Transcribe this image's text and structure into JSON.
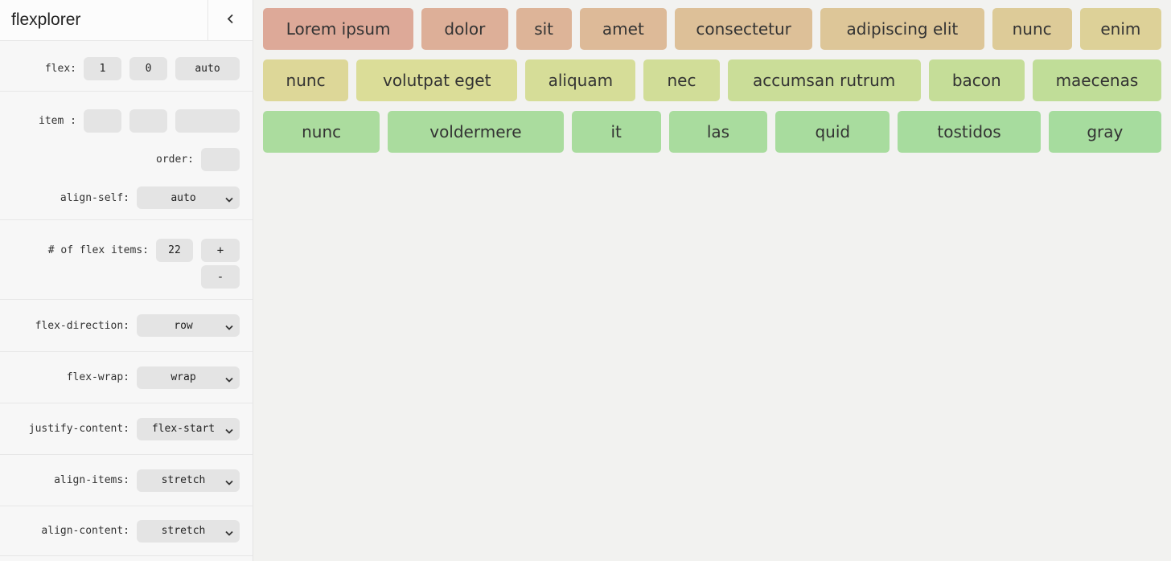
{
  "sidebar": {
    "title": "flexplorer",
    "controls": {
      "flex": {
        "label": "flex:",
        "values": [
          "1",
          "0",
          "auto"
        ]
      },
      "item": {
        "label": "item :",
        "values": [
          "",
          "",
          ""
        ]
      },
      "order": {
        "label": "order:",
        "value": ""
      },
      "align_self": {
        "label": "align-self:",
        "value": "auto"
      },
      "num_items": {
        "label": "# of flex items:",
        "value": "22",
        "increment": "+",
        "decrement": "-"
      },
      "flex_direction": {
        "label": "flex-direction:",
        "value": "row"
      },
      "flex_wrap": {
        "label": "flex-wrap:",
        "value": "wrap"
      },
      "justify_content": {
        "label": "justify-content:",
        "value": "flex-start"
      },
      "align_items": {
        "label": "align-items:",
        "value": "stretch"
      },
      "align_content": {
        "label": "align-content:",
        "value": "stretch"
      }
    }
  },
  "preview": {
    "items": [
      {
        "label": "Lorem ipsum",
        "color": "#dda998",
        "basis": 181
      },
      {
        "label": "dolor",
        "color": "#ddaf98",
        "basis": 101
      },
      {
        "label": "sit",
        "color": "#ddb498",
        "basis": 63
      },
      {
        "label": "amet",
        "color": "#ddba98",
        "basis": 102
      },
      {
        "label": "consectetur",
        "color": "#ddc098",
        "basis": 165
      },
      {
        "label": "adipiscing elit",
        "color": "#ddc698",
        "basis": 197
      },
      {
        "label": "nunc",
        "color": "#ddcb98",
        "basis": 93
      },
      {
        "label": "enim",
        "color": "#ddd198",
        "basis": 95
      },
      {
        "label": "nunc",
        "color": "#ddd798",
        "basis": 102
      },
      {
        "label": "volutpat eget",
        "color": "#dbdd98",
        "basis": 196
      },
      {
        "label": "aliquam",
        "color": "#d6dd98",
        "basis": 133
      },
      {
        "label": "nec",
        "color": "#d1dd98",
        "basis": 90
      },
      {
        "label": "accumsan rutrum",
        "color": "#cadd98",
        "basis": 236
      },
      {
        "label": "bacon",
        "color": "#c5dd98",
        "basis": 115
      },
      {
        "label": "maecenas",
        "color": "#c0dd98",
        "basis": 156
      },
      {
        "label": "nunc",
        "color": "#abdc9e",
        "basis": 141
      },
      {
        "label": "voldermere",
        "color": "#aadc9e",
        "basis": 214
      },
      {
        "label": "it",
        "color": "#a9dc9e",
        "basis": 107
      },
      {
        "label": "las",
        "color": "#a9dc9e",
        "basis": 118
      },
      {
        "label": "quid",
        "color": "#a8dc9e",
        "basis": 138
      },
      {
        "label": "tostidos",
        "color": "#a7dc9e",
        "basis": 173
      },
      {
        "label": "gray",
        "color": "#a6dc9e",
        "basis": 136
      }
    ]
  }
}
